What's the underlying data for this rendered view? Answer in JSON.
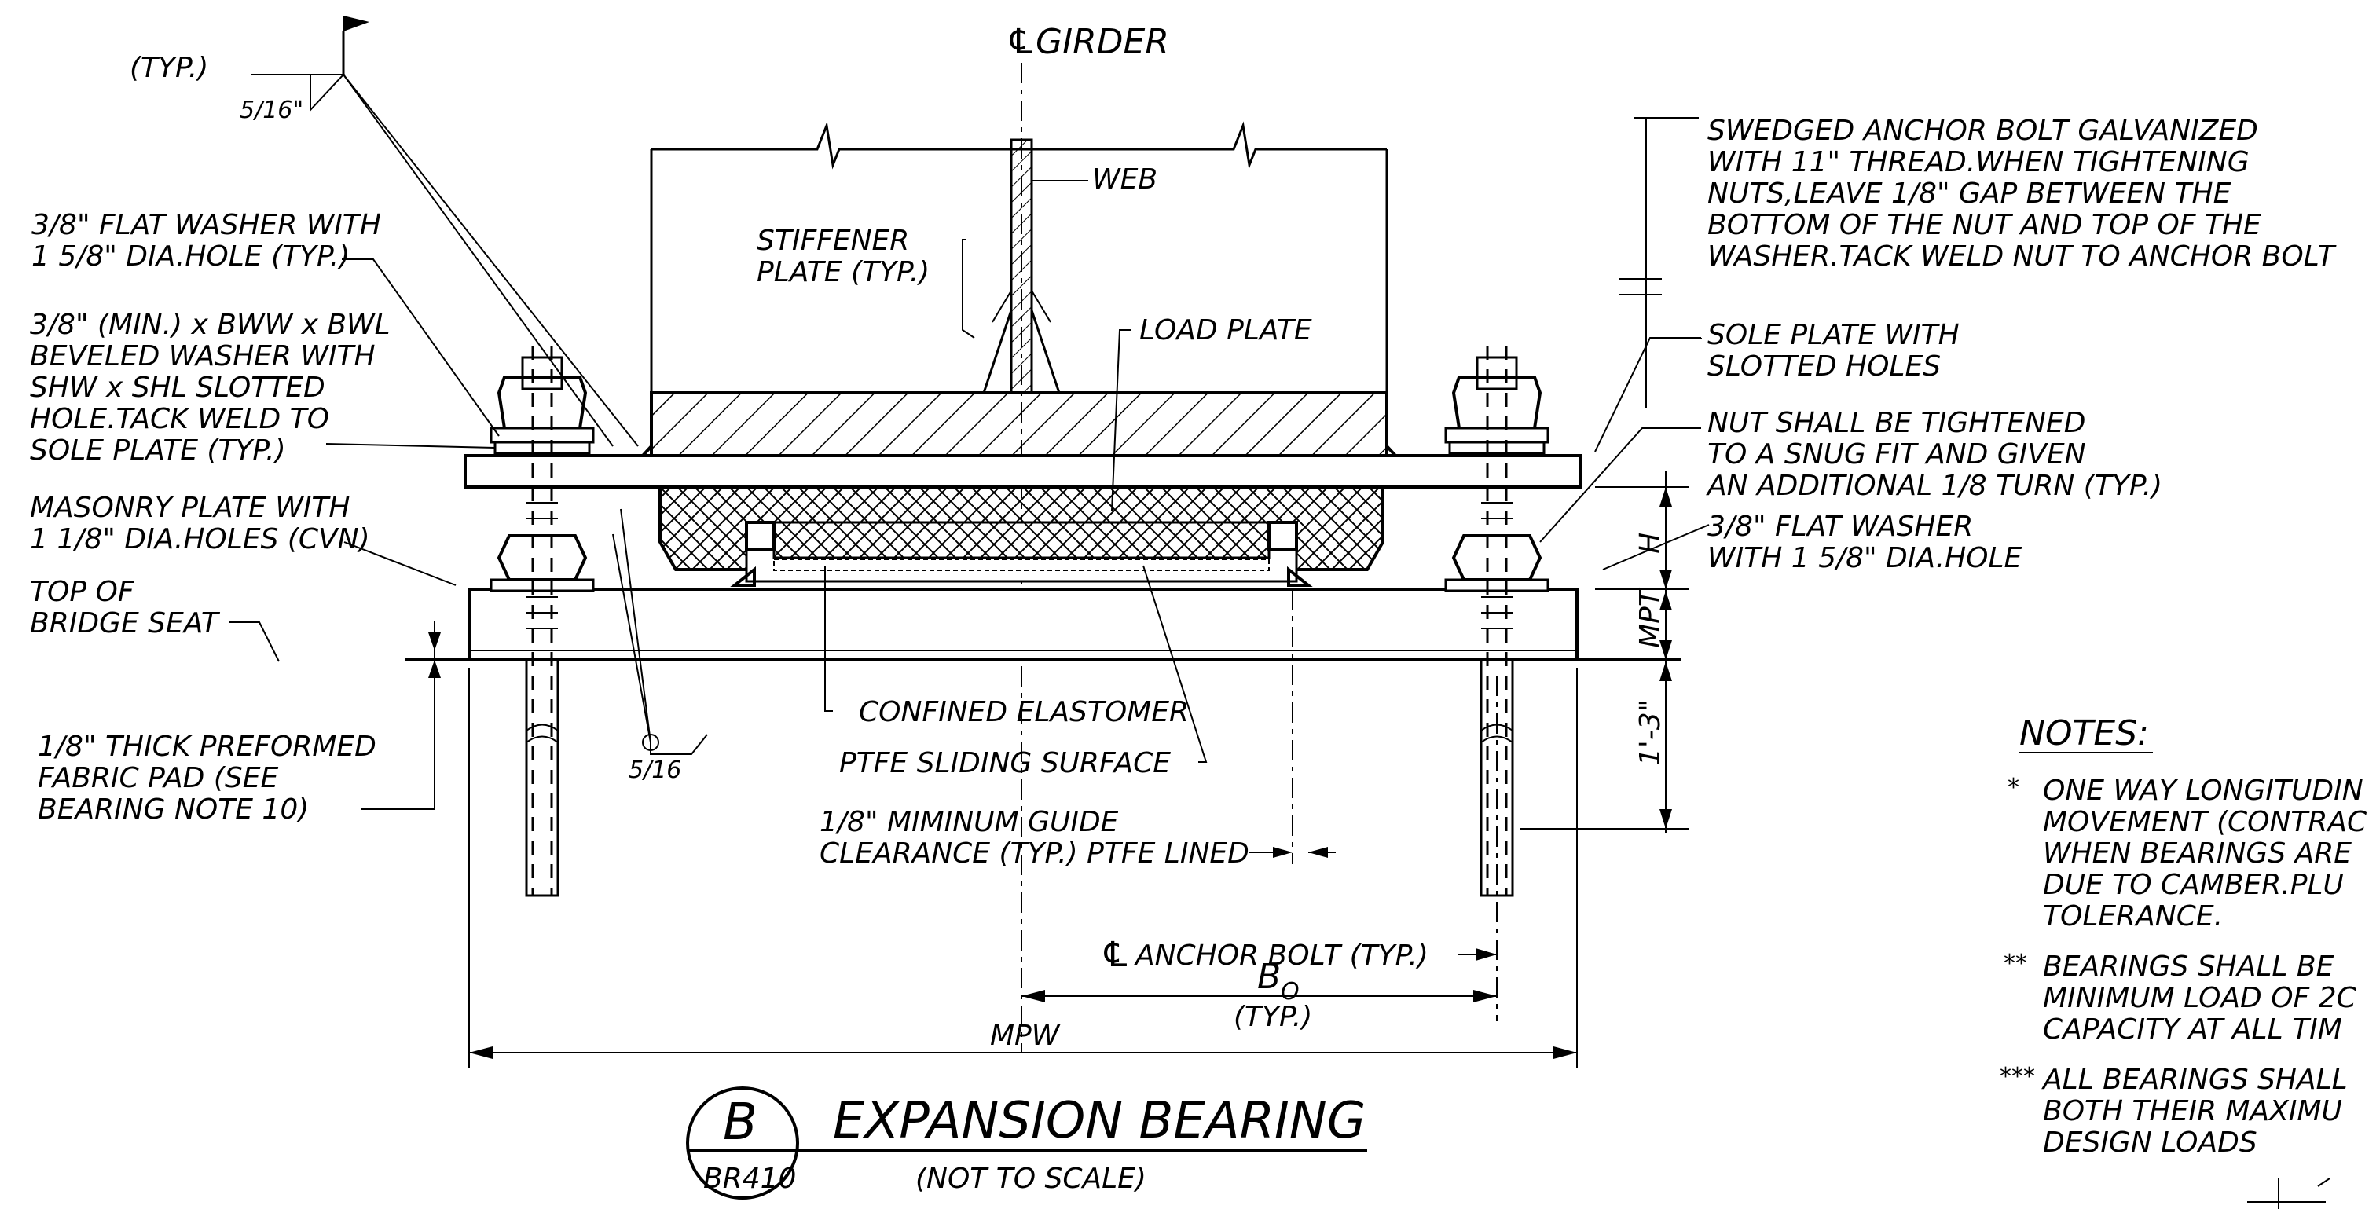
{
  "title": {
    "detail_letter": "B",
    "sheet_ref": "BR410",
    "name": "EXPANSION BEARING",
    "scale": "(NOT TO SCALE)"
  },
  "labels": {
    "cl_girder": "GIRDER",
    "web": "WEB",
    "stiffener": [
      "STIFFENER",
      "PLATE (TYP.)"
    ],
    "load_plate": "LOAD PLATE",
    "weld_typ": "(TYP.)",
    "weld_size_top": "5/16\"",
    "flat_washer_top": [
      "3/8\" FLAT WASHER WITH",
      "1 5/8\" DIA.HOLE (TYP.)"
    ],
    "beveled_washer": [
      "3/8\" (MIN.) x BWW x BWL",
      "BEVELED WASHER WITH",
      "SHW x SHL SLOTTED",
      "HOLE.TACK WELD TO",
      "SOLE PLATE (TYP.)"
    ],
    "masonry_plate": [
      "MASONRY PLATE WITH",
      "1 1/8\" DIA.HOLES (CVN)"
    ],
    "top_bridge_seat": [
      "TOP OF",
      "BRIDGE SEAT"
    ],
    "fabric_pad": [
      "1/8\" THICK PREFORMED",
      "FABRIC PAD (SEE",
      "BEARING NOTE 10)"
    ],
    "weld_size_bottom": "5/16",
    "confined_elastomer": "CONFINED ELASTOMER",
    "ptfe_surface": "PTFE SLIDING SURFACE",
    "guide_clearance": [
      "1/8\" MIMINUM GUIDE",
      "CLEARANCE (TYP.) PTFE LINED"
    ],
    "cl_anchor_bolt": "ANCHOR BOLT (TYP.)",
    "b0": "B",
    "b0_sub": "O",
    "b0_typ": "(TYP.)",
    "mpw": "MPW",
    "swedged_bolt": [
      "SWEDGED ANCHOR BOLT GALVANIZED",
      "WITH 11\" THREAD.WHEN TIGHTENING",
      "NUTS,LEAVE 1/8\" GAP   BETWEEN THE",
      "BOTTOM OF THE NUT AND TOP OF THE",
      "WASHER.TACK WELD NUT TO ANCHOR BOLT"
    ],
    "sole_plate": [
      "SOLE PLATE WITH",
      "SLOTTED HOLES"
    ],
    "nut_tightened": [
      "NUT SHALL BE TIGHTENED",
      "TO A SNUG FIT AND GIVEN",
      "AN ADDITIONAL 1/8  TURN (TYP.)"
    ],
    "flat_washer_right": [
      "3/8\" FLAT WASHER",
      "WITH 1 5/8\" DIA.HOLE"
    ],
    "dim_h": "H",
    "dim_mpt": "MPT",
    "dim_embed": "1'-3\""
  },
  "notes": {
    "heading": "NOTES:",
    "items": [
      {
        "mark": "*",
        "lines": [
          "ONE WAY LONGITUDIN",
          "MOVEMENT (CONTRAC",
          "WHEN BEARINGS ARE",
          "DUE TO CAMBER.PLU",
          "TOLERANCE."
        ]
      },
      {
        "mark": "**",
        "lines": [
          "BEARINGS SHALL BE",
          "MINIMUM LOAD OF 2C",
          "CAPACITY AT ALL TIM"
        ]
      },
      {
        "mark": "***",
        "lines": [
          "ALL BEARINGS SHALL",
          "BOTH THEIR MAXIMU",
          "DESIGN LOADS"
        ]
      }
    ]
  }
}
